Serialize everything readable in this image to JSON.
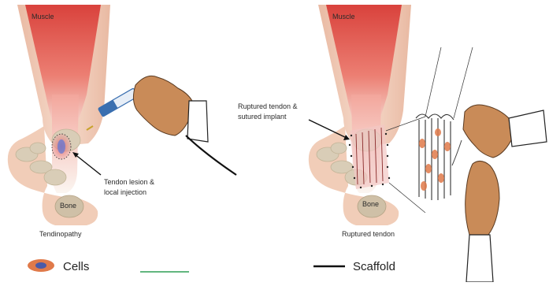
{
  "panels": {
    "left": {
      "muscle_label": "Muscle",
      "lesion_label_line1": "Tendon lesion &",
      "lesion_label_line2": "local injection",
      "bone_label": "Bone",
      "caption": "Tendinopathy"
    },
    "right": {
      "muscle_label": "Muscle",
      "implant_label_line1": "Ruptured tendon &",
      "implant_label_line2": "sutured implant",
      "bone_label": "Bone",
      "caption": "Ruptured tendon"
    }
  },
  "legend": {
    "cells_label": "Cells",
    "scaffold_label": "Scaffold"
  },
  "colors": {
    "muscle": "#e5544f",
    "skin": "#f3d2c0",
    "bone": "#d9cdb7",
    "tendon": "#f7f1ec",
    "hand": "#c98b58",
    "cell_outer": "#e07a4a",
    "cell_inner": "#4a5aa8",
    "syringe": "#3a6fb0",
    "needle": "#c8a22a"
  }
}
